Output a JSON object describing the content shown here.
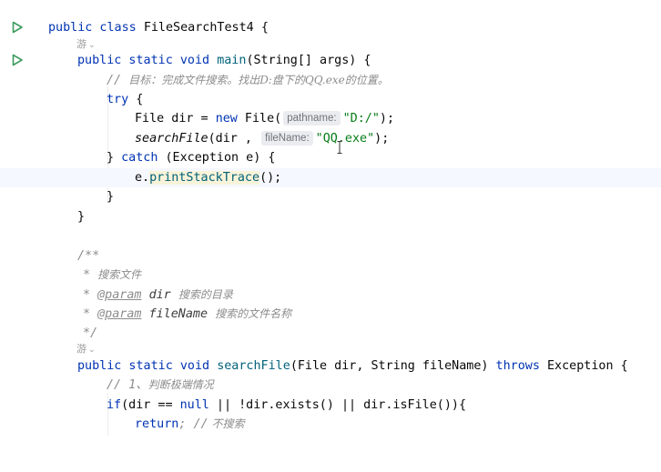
{
  "editor": {
    "class_decl": {
      "kw": "public class",
      "name": "FileSearchTest4",
      "brace": "{"
    },
    "author1": "游",
    "main_decl": {
      "kw": "public static void",
      "name": "main",
      "params": "(String[] args) {"
    },
    "comment_goal": {
      "slashes": "//",
      "text": "目标：完成文件搜索。找出D:盘下的QQ.exe的位置。"
    },
    "try_line": {
      "kw": "try",
      "brace": "{"
    },
    "file_line": {
      "type": "File dir = ",
      "kw": "new",
      "cls": " File(",
      "hint": "pathname:",
      "arg": "\"D:/\"",
      "end": ");"
    },
    "search_line": {
      "call": "searchFile",
      "pre": "(dir ,",
      "hint": "fileName:",
      "arg": "\"QQ.exe\"",
      "end": ");"
    },
    "catch_line": {
      "pre": "} ",
      "kw": "catch",
      "rest": " (Exception e) {"
    },
    "print_line": {
      "pre": "e.",
      "method": "printStackTrace",
      "end": "();"
    },
    "close_brace_inner": "}",
    "close_brace_outer": "}",
    "javadoc_open": "/**",
    "javadoc_desc": {
      "star": "*",
      "text": "搜索文件"
    },
    "javadoc_p1": {
      "star": "*",
      "tag": "@param",
      "name": "dir",
      "text": "搜索的目录"
    },
    "javadoc_p2": {
      "star": "*",
      "tag": "@param",
      "name": "fileName",
      "text": "搜索的文件名称"
    },
    "javadoc_close": "*/",
    "author2": "游",
    "search_decl": {
      "kw": "public static void",
      "name": "searchFile",
      "params": "(File dir, String fileName)",
      "kw2": "throws",
      "rest": "Exception {"
    },
    "comment_edge": {
      "slashes": "// 1、",
      "text": "判断极端情况"
    },
    "if_line": {
      "kw": "if",
      "pre": "(dir == ",
      "kw2": "null",
      "rest": " || !dir.exists() || dir.isFile()){"
    },
    "return_line": {
      "kw": "return",
      "mid": "; //",
      "text": " 不搜索"
    }
  },
  "colors": {
    "keyword": "#0033b3",
    "method": "#00627a",
    "string": "#067d17",
    "comment": "#8c8c8c",
    "run": "#3d9b5e"
  },
  "icons": [
    "run-gutter-icon",
    "author-chevron-icon",
    "text-cursor-icon"
  ]
}
